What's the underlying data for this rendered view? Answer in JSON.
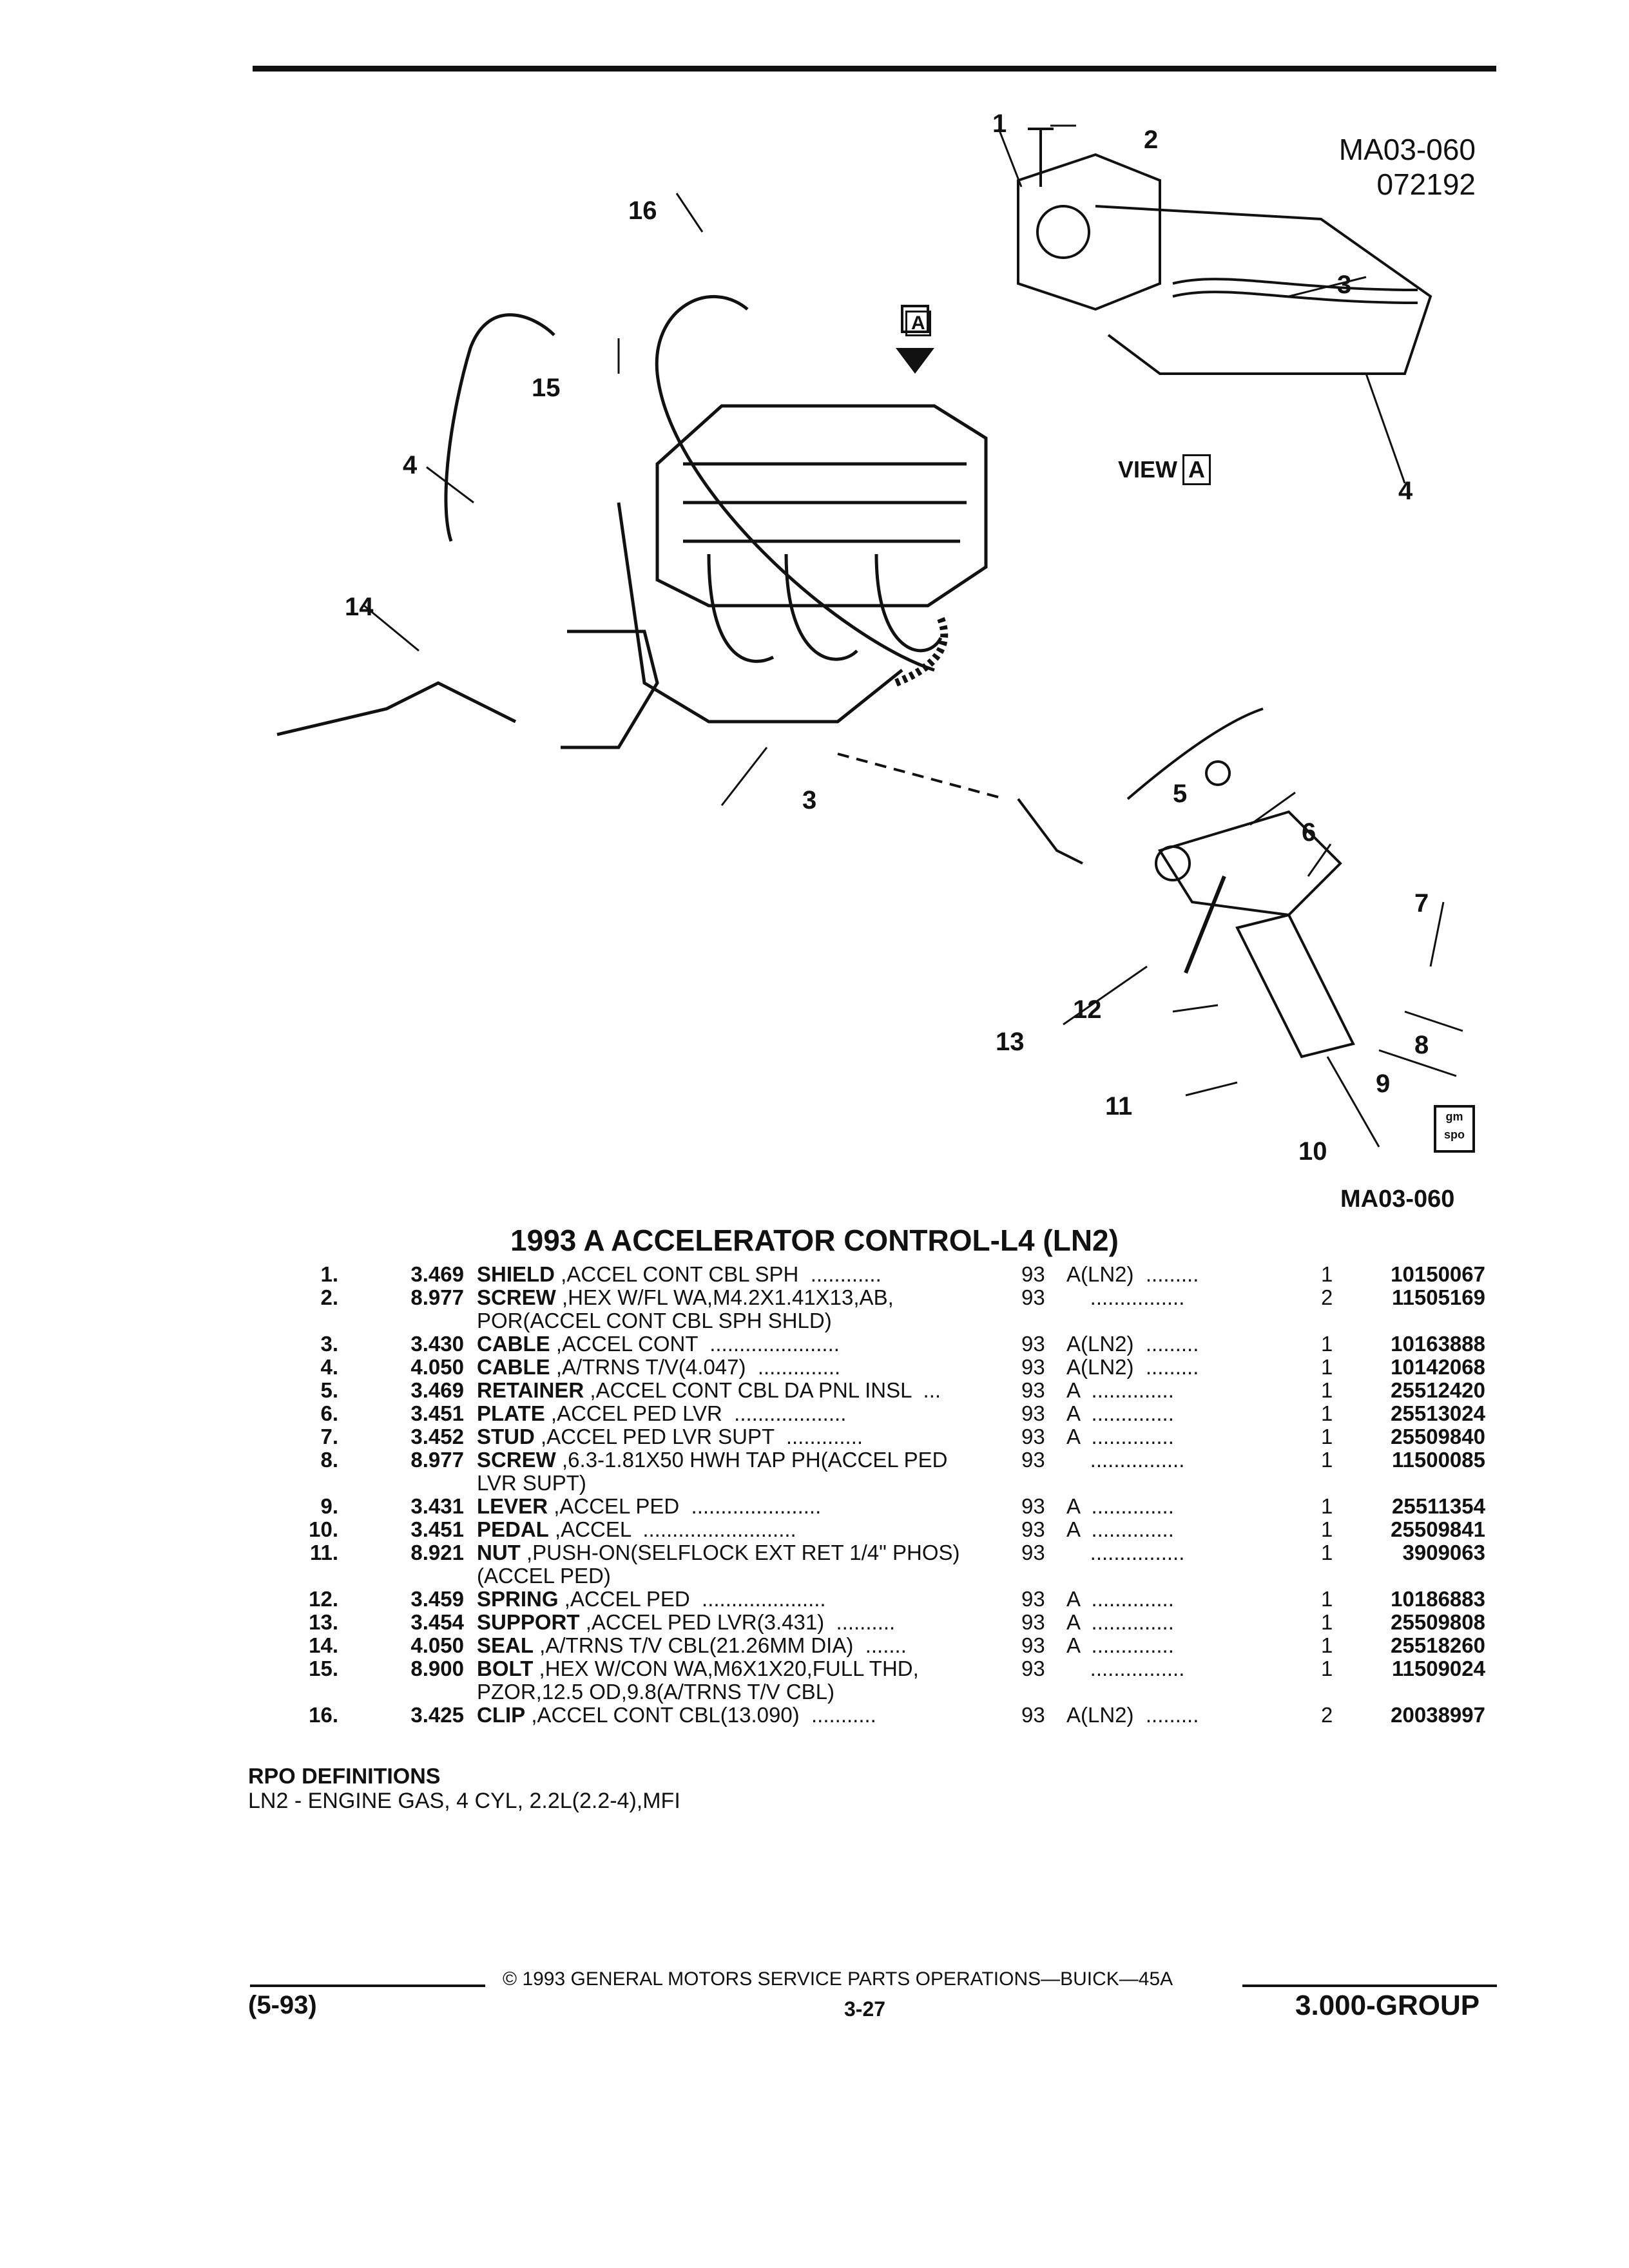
{
  "header": {
    "illustration_code": "MA03-060",
    "date_code": "072192"
  },
  "diagram": {
    "callouts": [
      "1",
      "2",
      "3",
      "3",
      "4",
      "4",
      "5",
      "6",
      "7",
      "8",
      "9",
      "10",
      "11",
      "12",
      "13",
      "14",
      "15",
      "16"
    ],
    "view_label": "VIEW",
    "view_letter": "A",
    "marker_letter": "A",
    "bottom_code": "MA03-060"
  },
  "title": "1993 A ACCELERATOR CONTROL-L4 (LN2)",
  "parts": [
    {
      "num": "1.",
      "group": "3.469",
      "name": "SHIELD",
      "desc": " ,ACCEL CONT CBL SPH  ............",
      "year": "93",
      "app": "A(LN2)  .........",
      "qty": "1",
      "pn": "10150067"
    },
    {
      "num": "2.",
      "group": "8.977",
      "name": "SCREW",
      "desc": " ,HEX W/FL WA,M4.2X1.41X13,AB,\nPOR(ACCEL CONT CBL SPH SHLD)",
      "year": "93",
      "app": "    ................",
      "qty": "2",
      "pn": "11505169"
    },
    {
      "num": "3.",
      "group": "3.430",
      "name": "CABLE",
      "desc": " ,ACCEL CONT  ......................",
      "year": "93",
      "app": "A(LN2)  .........",
      "qty": "1",
      "pn": "10163888"
    },
    {
      "num": "4.",
      "group": "4.050",
      "name": "CABLE",
      "desc": " ,A/TRNS T/V(4.047)  ..............",
      "year": "93",
      "app": "A(LN2)  .........",
      "qty": "1",
      "pn": "10142068"
    },
    {
      "num": "5.",
      "group": "3.469",
      "name": "RETAINER",
      "desc": " ,ACCEL CONT CBL DA PNL INSL  ...",
      "year": "93",
      "app": "A  ..............",
      "qty": "1",
      "pn": "25512420"
    },
    {
      "num": "6.",
      "group": "3.451",
      "name": "PLATE",
      "desc": " ,ACCEL PED LVR  ...................",
      "year": "93",
      "app": "A  ..............",
      "qty": "1",
      "pn": "25513024"
    },
    {
      "num": "7.",
      "group": "3.452",
      "name": "STUD",
      "desc": " ,ACCEL PED LVR SUPT  .............",
      "year": "93",
      "app": "A  ..............",
      "qty": "1",
      "pn": "25509840"
    },
    {
      "num": "8.",
      "group": "8.977",
      "name": "SCREW",
      "desc": " ,6.3-1.81X50 HWH TAP PH(ACCEL PED\nLVR SUPT)",
      "year": "93",
      "app": "    ................",
      "qty": "1",
      "pn": "11500085"
    },
    {
      "num": "9.",
      "group": "3.431",
      "name": "LEVER",
      "desc": " ,ACCEL PED  ......................",
      "year": "93",
      "app": "A  ..............",
      "qty": "1",
      "pn": "25511354"
    },
    {
      "num": "10.",
      "group": "3.451",
      "name": "PEDAL",
      "desc": " ,ACCEL  ..........................",
      "year": "93",
      "app": "A  ..............",
      "qty": "1",
      "pn": "25509841"
    },
    {
      "num": "11.",
      "group": "8.921",
      "name": "NUT",
      "desc": " ,PUSH-ON(SELFLOCK EXT RET 1/4\" PHOS)\n(ACCEL PED)",
      "year": "93",
      "app": "    ................",
      "qty": "1",
      "pn": "3909063"
    },
    {
      "num": "12.",
      "group": "3.459",
      "name": "SPRING",
      "desc": " ,ACCEL PED  .....................",
      "year": "93",
      "app": "A  ..............",
      "qty": "1",
      "pn": "10186883"
    },
    {
      "num": "13.",
      "group": "3.454",
      "name": "SUPPORT",
      "desc": " ,ACCEL PED LVR(3.431)  ..........",
      "year": "93",
      "app": "A  ..............",
      "qty": "1",
      "pn": "25509808"
    },
    {
      "num": "14.",
      "group": "4.050",
      "name": "SEAL",
      "desc": " ,A/TRNS T/V CBL(21.26MM DIA)  .......",
      "year": "93",
      "app": "A  ..............",
      "qty": "1",
      "pn": "25518260"
    },
    {
      "num": "15.",
      "group": "8.900",
      "name": "BOLT",
      "desc": " ,HEX W/CON WA,M6X1X20,FULL THD,\nPZOR,12.5 OD,9.8(A/TRNS T/V CBL)",
      "year": "93",
      "app": "    ................",
      "qty": "1",
      "pn": "11509024"
    },
    {
      "num": "16.",
      "group": "3.425",
      "name": "CLIP",
      "desc": " ,ACCEL CONT CBL(13.090)  ...........",
      "year": "93",
      "app": "A(LN2)  .........",
      "qty": "2",
      "pn": "20038997"
    }
  ],
  "rpo": {
    "heading": "RPO DEFINITIONS",
    "line": "LN2 - ENGINE GAS, 4 CYL, 2.2L(2.2-4),MFI"
  },
  "footer": {
    "copyright": "© 1993 GENERAL MOTORS SERVICE PARTS OPERATIONS—BUICK—45A",
    "date": "(5-93)",
    "page": "3-27",
    "group": "3.000-GROUP",
    "logo_text": "gm spo"
  }
}
